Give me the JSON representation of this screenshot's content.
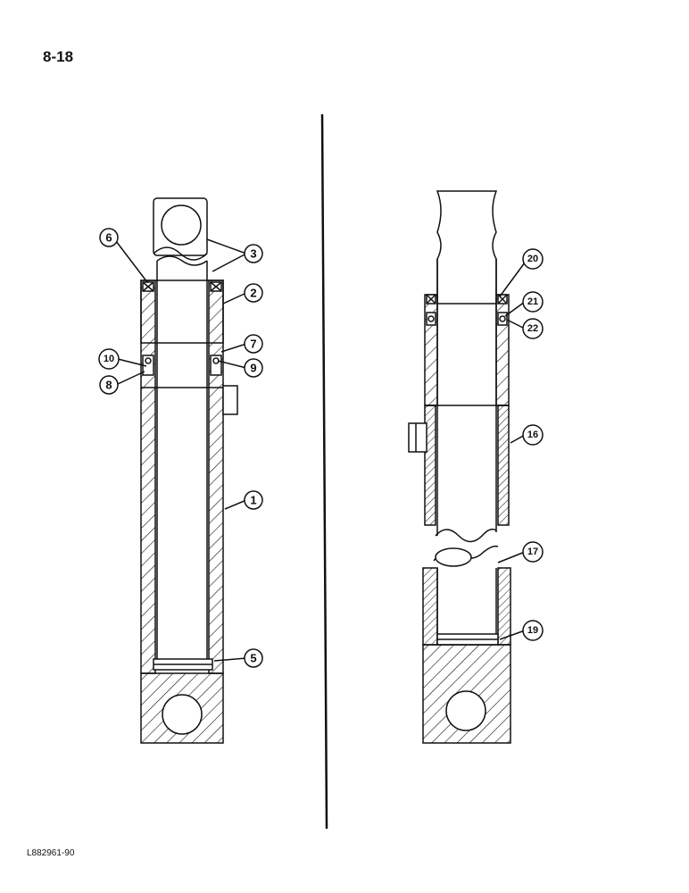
{
  "page": {
    "number": "8-18",
    "drawing_code": "L882961-90"
  },
  "callouts": {
    "c1": "1",
    "c2": "2",
    "c3": "3",
    "c5": "5",
    "c6": "6",
    "c7": "7",
    "c8": "8",
    "c9": "9",
    "c10": "10",
    "c16": "16",
    "c17": "17",
    "c19": "19",
    "c20": "20",
    "c21": "21",
    "c22": "22"
  },
  "colors": {
    "line": "#111111",
    "paper": "#ffffff"
  }
}
